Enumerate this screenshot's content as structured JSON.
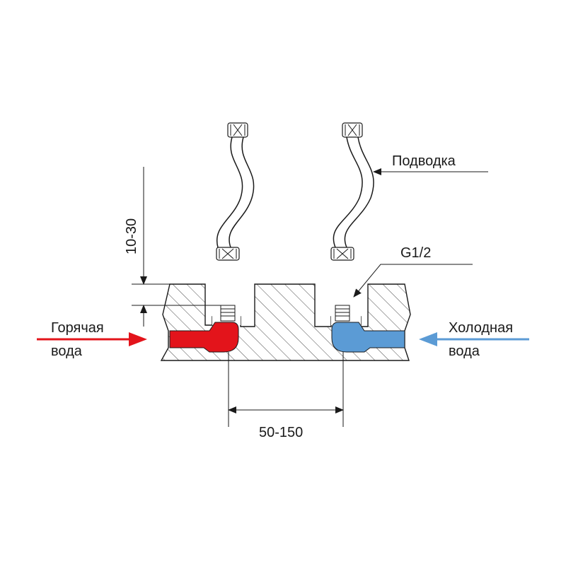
{
  "labels": {
    "supply_hose": "Подводка",
    "thread_size": "G1/2",
    "hot_water_line1": "Горячая",
    "hot_water_line2": "вода",
    "cold_water_line1": "Холодная",
    "cold_water_line2": "вода",
    "height_dimension": "10-30",
    "spacing_dimension": "50-150"
  },
  "colors": {
    "hot": "#e3141b",
    "cold": "#5b9bd5",
    "outline": "#1a1a1a",
    "hatch": "#1a1a1a"
  }
}
